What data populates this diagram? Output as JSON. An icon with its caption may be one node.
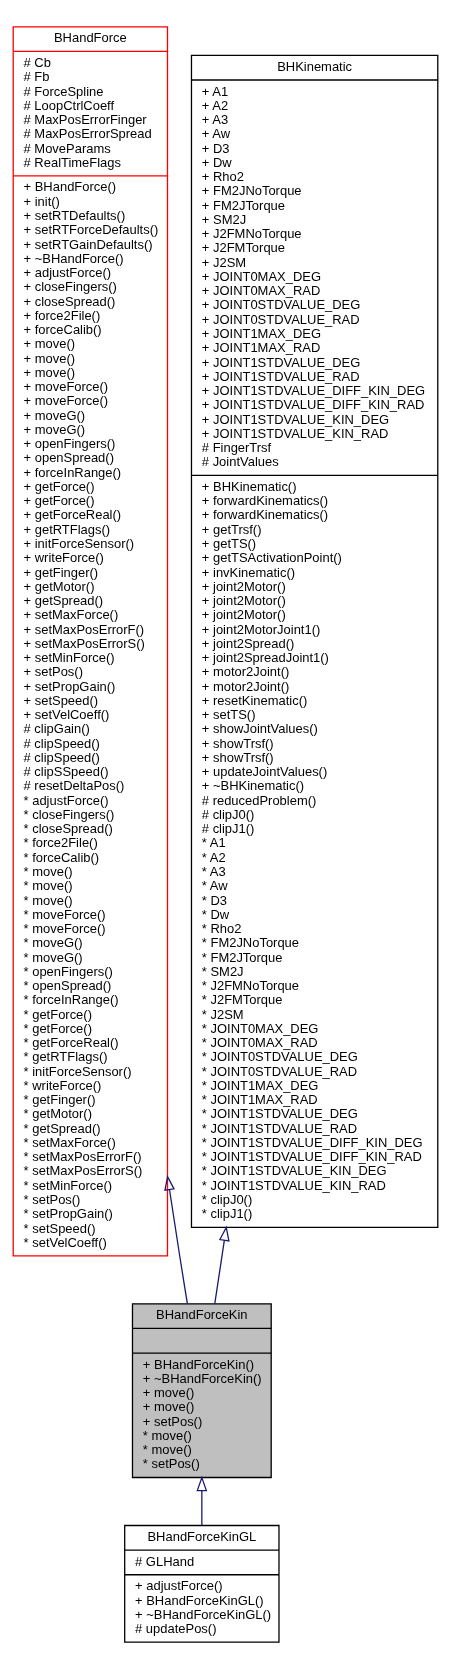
{
  "diagram": {
    "nodes": [
      {
        "text": [
          "BHandForce",
          "# Cb",
          "# Fb",
          "# ForceSpline",
          "# LoopCtrlCoeff",
          "# MaxPosErrorFinger",
          "# MaxPosErrorSpread",
          "# MoveParams",
          "# RealTimeFlags",
          "+ BHandForce()",
          "+ init()",
          "+ setRTDefaults()",
          "+ setRTForceDefaults()",
          "+ setRTGainDefaults()",
          "+ ~BHandForce()",
          "+ adjustForce()",
          "+ closeFingers()",
          "+ closeSpread()",
          "+ force2File()",
          "+ forceCalib()",
          "+ move()",
          "+ move()",
          "+ move()",
          "+ moveForce()",
          "+ moveForce()",
          "+ moveG()",
          "+ moveG()",
          "+ openFingers()",
          "+ openSpread()",
          "+ forceInRange()",
          "+ getForce()",
          "+ getForce()",
          "+ getForceReal()",
          "+ getRTFlags()",
          "+ initForceSensor()",
          "+ writeForce()",
          "+ getFinger()",
          "+ getMotor()",
          "+ getSpread()",
          "+ setMaxForce()",
          "+ setMaxPosErrorF()",
          "+ setMaxPosErrorS()",
          "+ setMinForce()",
          "+ setPos()",
          "+ setPropGain()",
          "+ setSpeed()",
          "+ setVelCoeff()",
          "# clipGain()",
          "# clipSpeed()",
          "# clipSpeed()",
          "# clipSSpeed()",
          "# resetDeltaPos()",
          "* adjustForce()",
          "* closeFingers()",
          "* closeSpread()",
          "* force2File()",
          "* forceCalib()",
          "* move()",
          "* move()",
          "* move()",
          "* moveForce()",
          "* moveForce()",
          "* moveG()",
          "* moveG()",
          "* openFingers()",
          "* openSpread()",
          "* forceInRange()",
          "* getForce()",
          "* getForce()",
          "* getForceReal()",
          "* getRTFlags()",
          "* initForceSensor()",
          "* writeForce()",
          "* getFinger()",
          "* getMotor()",
          "* getSpread()",
          "* setMaxForce()",
          "* setMaxPosErrorF()",
          "* setMaxPosErrorS()",
          "* setMinForce()",
          "* setPos()",
          "* setPropGain()",
          "* setSpeed()",
          "* setVelCoeff()"
        ]
      },
      {
        "text": [
          "BHKinematic",
          "+ A1",
          "+ A2",
          "+ A3",
          "+ Aw",
          "+ D3",
          "+ Dw",
          "+ Rho2",
          "+ FM2JNoTorque",
          "+ FM2JTorque",
          "+ SM2J",
          "+ J2FMNoTorque",
          "+ J2FMTorque",
          "+ J2SM",
          "+ JOINT0MAX_DEG",
          "+ JOINT0MAX_RAD",
          "+ JOINT0STDVALUE_DEG",
          "+ JOINT0STDVALUE_RAD",
          "+ JOINT1MAX_DEG",
          "+ JOINT1MAX_RAD",
          "+ JOINT1STDVALUE_DEG",
          "+ JOINT1STDVALUE_RAD",
          "+ JOINT1STDVALUE_DIFF_KIN_DEG",
          "+ JOINT1STDVALUE_DIFF_KIN_RAD",
          "+ JOINT1STDVALUE_KIN_DEG",
          "+ JOINT1STDVALUE_KIN_RAD",
          "# FingerTrsf",
          "# JointValues",
          "+ BHKinematic()",
          "+ forwardKinematics()",
          "+ forwardKinematics()",
          "+ getTrsf()",
          "+ getTS()",
          "+ getTSActivationPoint()",
          "+ invKinematic()",
          "+ joint2Motor()",
          "+ joint2Motor()",
          "+ joint2Motor()",
          "+ joint2MotorJoint1()",
          "+ joint2Spread()",
          "+ joint2SpreadJoint1()",
          "+ motor2Joint()",
          "+ motor2Joint()",
          "+ resetKinematic()",
          "+ setTS()",
          "+ showJointValues()",
          "+ showTrsf()",
          "+ showTrsf()",
          "+ updateJointValues()",
          "+ ~BHKinematic()",
          "# reducedProblem()",
          "# clipJ0()",
          "# clipJ1()",
          "* A1",
          "* A2",
          "* A3",
          "* Aw",
          "* D3",
          "* Dw",
          "* Rho2",
          "* FM2JNoTorque",
          "* FM2JTorque",
          "* SM2J",
          "* J2FMNoTorque",
          "* J2FMTorque",
          "* J2SM",
          "* JOINT0MAX_DEG",
          "* JOINT0MAX_RAD",
          "* JOINT0STDVALUE_DEG",
          "* JOINT0STDVALUE_RAD",
          "* JOINT1MAX_DEG",
          "* JOINT1MAX_RAD",
          "* JOINT1STDVALUE_DEG",
          "* JOINT1STDVALUE_RAD",
          "* JOINT1STDVALUE_DIFF_KIN_DEG",
          "* JOINT1STDVALUE_DIFF_KIN_RAD",
          "* JOINT1STDVALUE_KIN_DEG",
          "* JOINT1STDVALUE_KIN_RAD",
          "* clipJ0()",
          "* clipJ1()"
        ]
      },
      {
        "text": [
          "BHandForceKin",
          "+ BHandForceKin()",
          "+ ~BHandForceKin()",
          "+ move()",
          "+ move()",
          "+ setPos()",
          "* move()",
          "* move()",
          "* setPos()"
        ]
      },
      {
        "text": [
          "BHandForceKinGL",
          "# GLHand",
          "+ adjustForce()",
          "+ BHandForceKinGL()",
          "+ ~BHandForceKinGL()",
          "# updatePos()"
        ]
      }
    ],
    "edges": [
      {
        "from": 2,
        "to": 0,
        "arrow": "to"
      },
      {
        "from": 2,
        "to": 1,
        "arrow": "to"
      },
      {
        "from": 3,
        "to": 2,
        "arrow": "to"
      }
    ]
  }
}
